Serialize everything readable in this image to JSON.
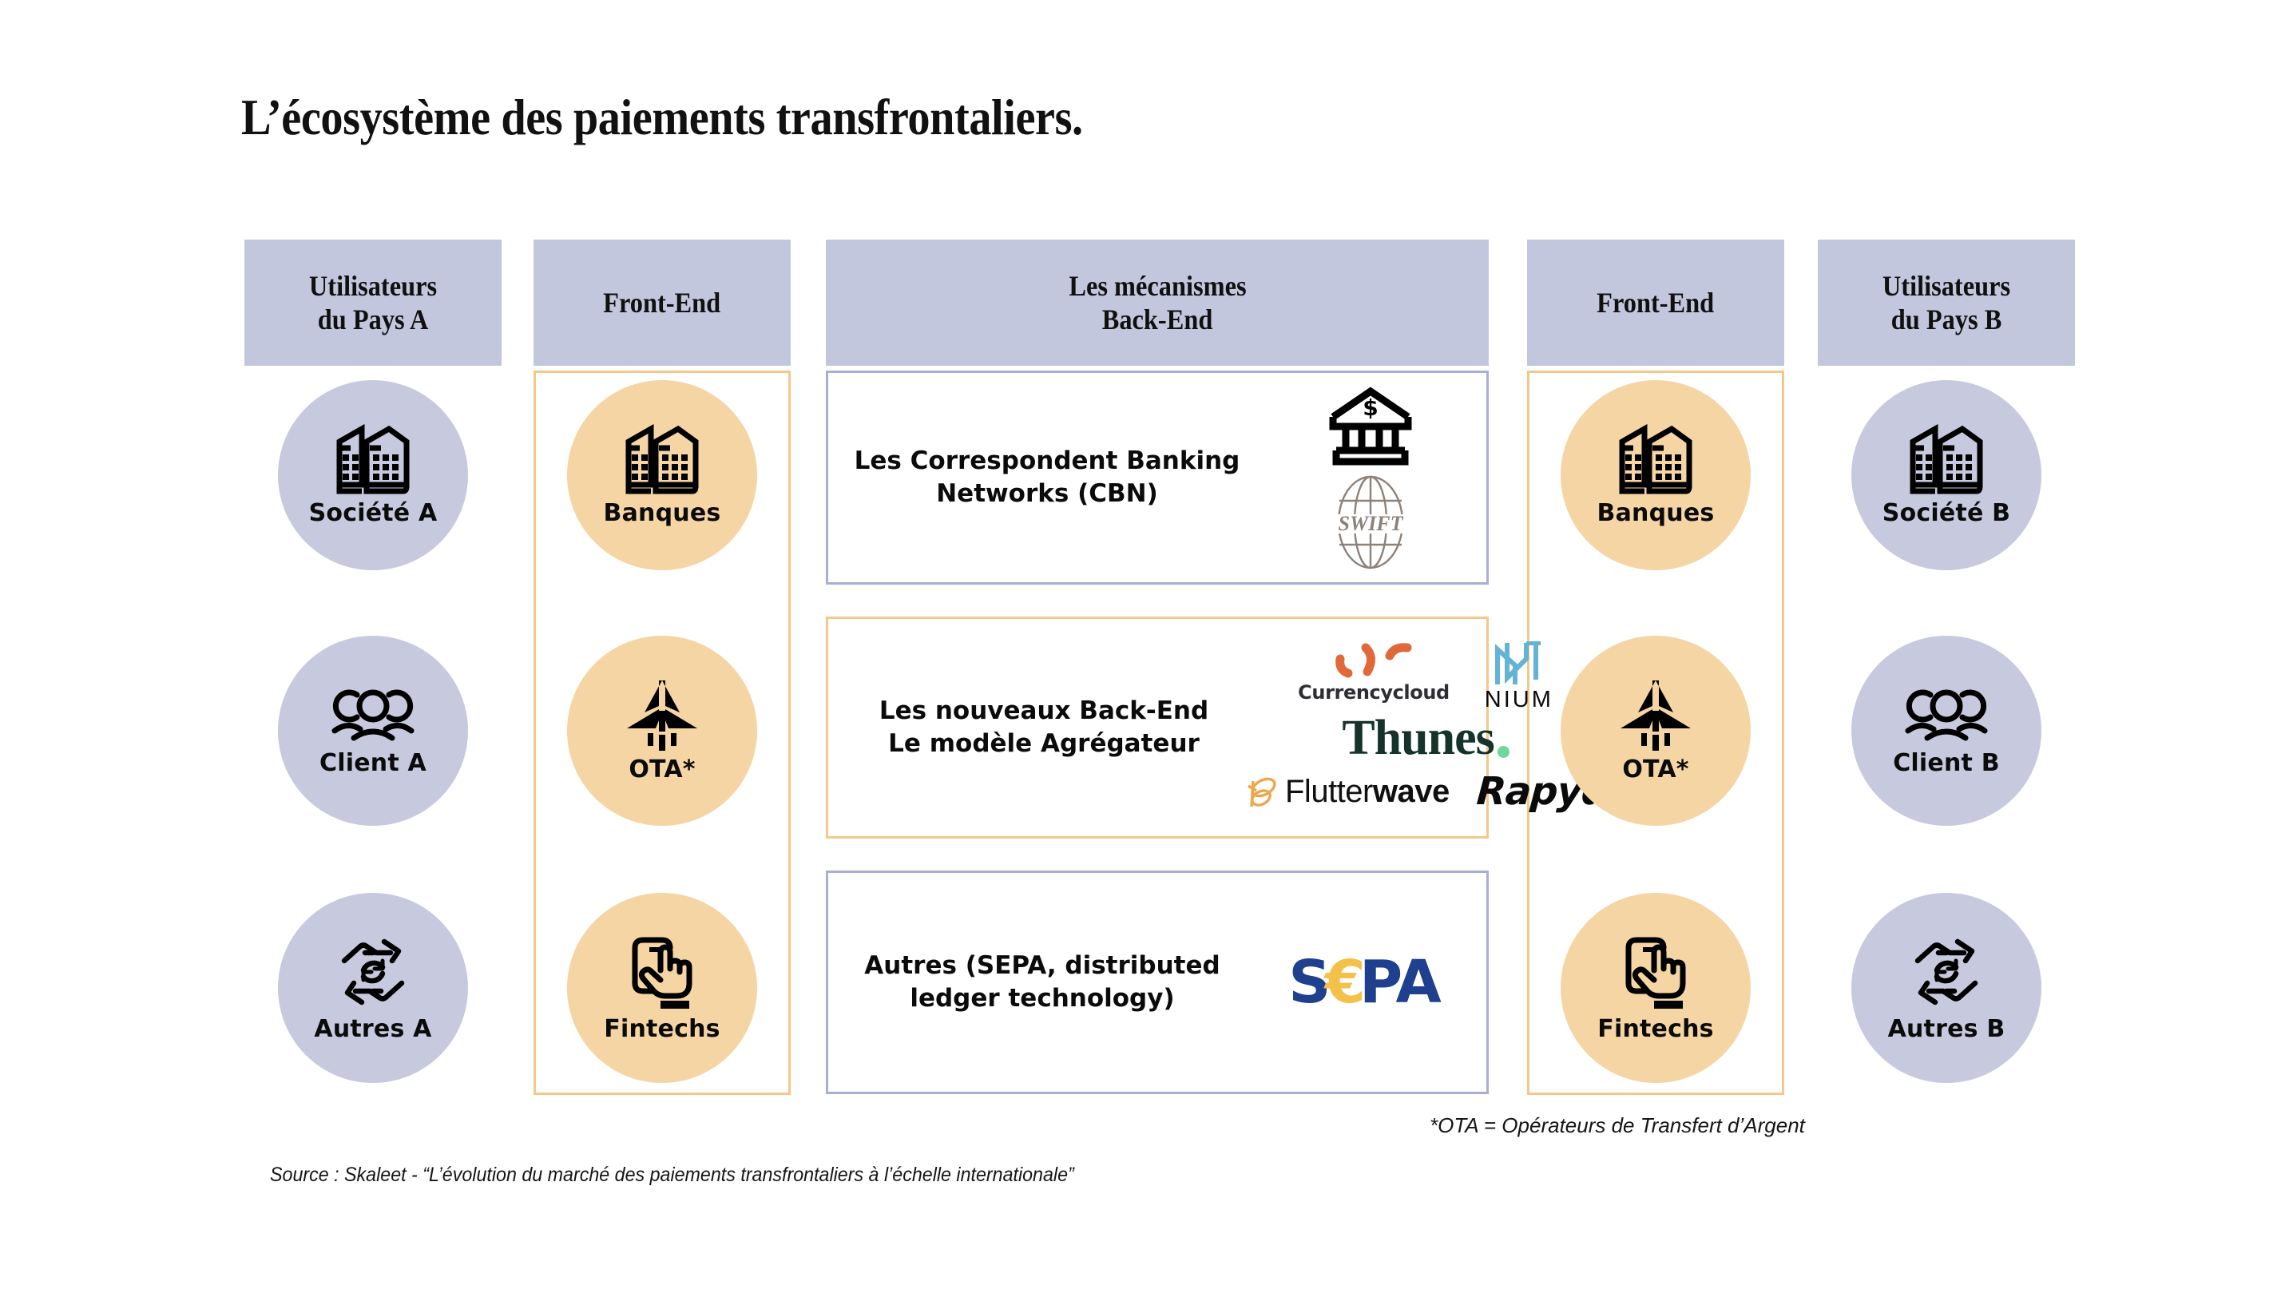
{
  "title": "L’écosystème des paiements transfrontaliers.",
  "colors": {
    "header_band": "#c3c7de",
    "circle_users": "#c7cade",
    "circle_frontend": "#f5d5a3",
    "panel_border_blue": "#a9aed3",
    "panel_border_orange": "#f3c889",
    "currencycloud_orange": "#e0693a",
    "nium_blue": "#63b3d4",
    "thunes_green": "#15332a",
    "thunes_dot_green": "#6ed79b",
    "flutterwave_orange": "#eda74c",
    "sepa_blue": "#1f3f8f",
    "sepa_gold": "#f3c14a",
    "swift_brown": "#8d8178"
  },
  "columns": [
    {
      "key": "users_a",
      "header": "Utilisateurs\ndu Pays A",
      "header_lines": [
        "Utilisateurs",
        "du Pays A"
      ],
      "items": [
        {
          "label": "Société A",
          "icon": "buildings-icon"
        },
        {
          "label": "Client A",
          "icon": "people-group-icon"
        },
        {
          "label": "Autres A",
          "icon": "hands-exchange-icon"
        }
      ]
    },
    {
      "key": "frontend_a",
      "header": "Front-End",
      "header_lines": [
        "Front-End"
      ],
      "items": [
        {
          "label": "Banques",
          "icon": "buildings-icon"
        },
        {
          "label": "OTA*",
          "icon": "paper-plane-icon"
        },
        {
          "label": "Fintechs",
          "icon": "hand-tap-phone-icon"
        }
      ]
    },
    {
      "key": "backend",
      "header": "Les mécanismes\nBack-End",
      "header_lines": [
        "Les mécanismes",
        "Back-End"
      ],
      "panels": [
        {
          "text_lines": [
            "Les Correspondent Banking",
            "Networks (CBN)"
          ],
          "border": "blue",
          "logos": [
            "bank-dollar-icon",
            "swift-logo"
          ]
        },
        {
          "text_lines": [
            "Les nouveaux Back-End",
            "Le modèle Agrégateur"
          ],
          "border": "orange",
          "logos": [
            "currencycloud-logo",
            "nium-logo",
            "thunes-logo",
            "flutterwave-logo",
            "rapyd-logo"
          ]
        },
        {
          "text_lines": [
            "Autres (SEPA, distributed",
            "ledger technology)"
          ],
          "border": "blue",
          "logos": [
            "sepa-logo"
          ]
        }
      ]
    },
    {
      "key": "frontend_b",
      "header": "Front-End",
      "header_lines": [
        "Front-End"
      ],
      "items": [
        {
          "label": "Banques",
          "icon": "buildings-icon"
        },
        {
          "label": "OTA*",
          "icon": "paper-plane-icon"
        },
        {
          "label": "Fintechs",
          "icon": "hand-tap-phone-icon"
        }
      ]
    },
    {
      "key": "users_b",
      "header": "Utilisateurs\ndu Pays B",
      "header_lines": [
        "Utilisateurs",
        "du Pays B"
      ],
      "items": [
        {
          "label": "Société B",
          "icon": "buildings-icon"
        },
        {
          "label": "Client B",
          "icon": "people-group-icon"
        },
        {
          "label": "Autres B",
          "icon": "hands-exchange-icon"
        }
      ]
    }
  ],
  "brands": {
    "currencycloud": "Currencycloud",
    "nium": "NIUM",
    "thunes": "Thunes",
    "flutterwave_light": "Flutter",
    "flutterwave_bold": "wave",
    "rapyd": "Rapyd",
    "sepa_s": "S",
    "sepa_euro": "€",
    "sepa_pa": "PA",
    "swift": "SWIFT"
  },
  "notes": {
    "ota": "*OTA = Opérateurs de Transfert d’Argent",
    "source": "Source : Skaleet - “L’évolution du marché des paiements transfrontaliers à l’échelle internationale”"
  }
}
